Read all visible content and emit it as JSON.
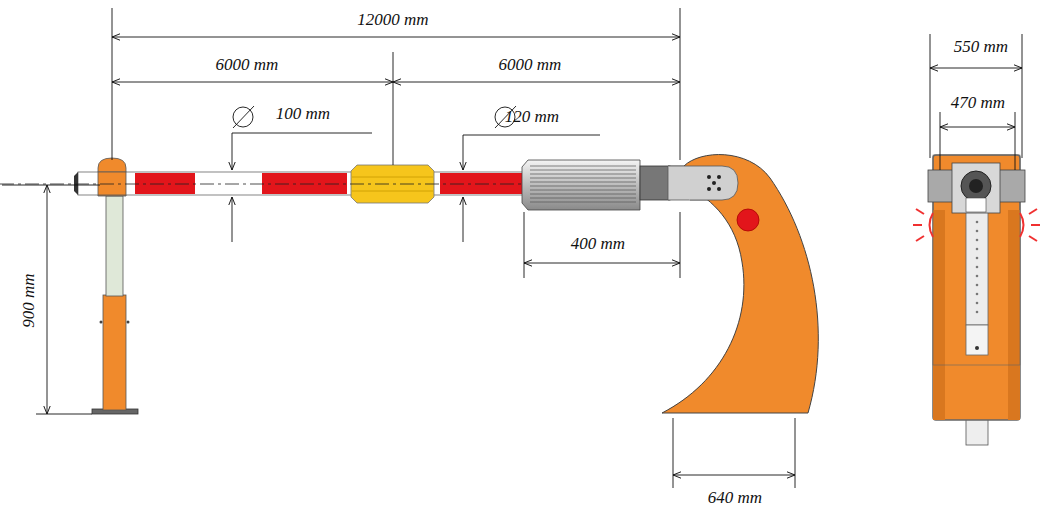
{
  "diagram": {
    "labels": [
      "12000 mm",
      "6000 mm",
      "6000 mm",
      "100 mm",
      "120 mm",
      "400 mm",
      "900 mm",
      "640 mm",
      "550 mm",
      "470 mm"
    ]
  }
}
